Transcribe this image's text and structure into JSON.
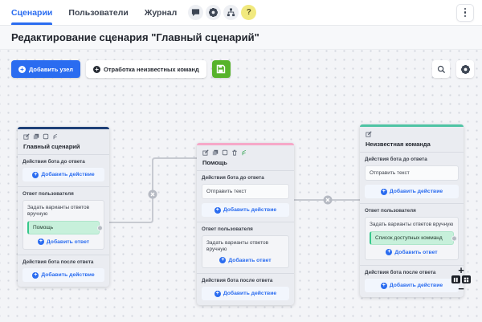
{
  "topbar": {
    "tabs": [
      {
        "label": "Сценарии",
        "active": true
      },
      {
        "label": "Пользователи",
        "active": false
      },
      {
        "label": "Журнал",
        "active": false
      }
    ],
    "help_label": "?"
  },
  "header": {
    "title": "Редактирование сценария \"Главный сценарий\""
  },
  "toolbar": {
    "add_node_label": "Добавить узел",
    "unknown_commands_label": "Отработка неизвестных команд"
  },
  "labels": {
    "before_actions": "Действия бота до ответа",
    "user_response": "Ответ пользователя",
    "after_actions": "Действия бота после ответа",
    "add_action": "Добавить действие",
    "add_answer": "Добавить ответ",
    "manual_variants": "Задать варианты ответов вручную",
    "send_text": "Отправить текст"
  },
  "nodes": [
    {
      "title": "Главный сценарий",
      "chip": "Помощь",
      "accent": "#1d3f77"
    },
    {
      "title": "Помощь",
      "accent": "#f6a8c8"
    },
    {
      "title": "Неизвестная команда",
      "chip": "Список доступных комманд",
      "accent": "#4fc4a4"
    }
  ],
  "zoom_controls": {
    "zoom_in": "+",
    "zoom_out": "−"
  },
  "colors": {
    "accent_blue": "#2a6cf0",
    "save_green": "#57b32b",
    "chip_green": "#c7f0db",
    "help_yellow": "#f1e97e"
  }
}
